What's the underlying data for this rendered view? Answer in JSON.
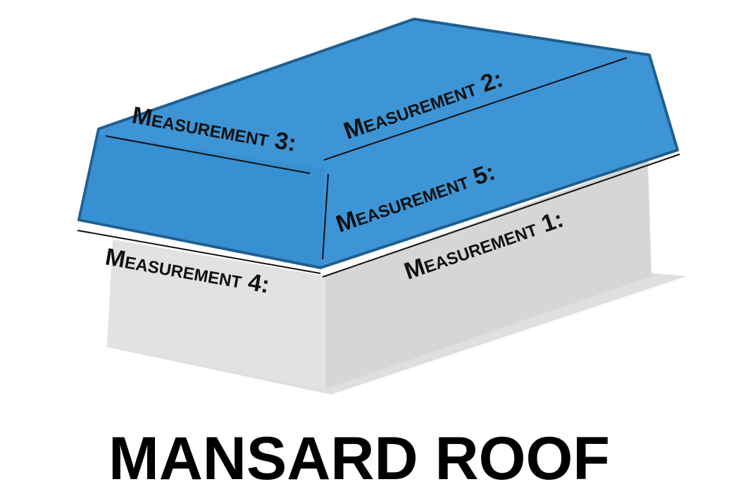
{
  "diagram": {
    "title": "MANSARD ROOF",
    "labels": {
      "m1": "Measurement 1:",
      "m2": "Measurement 2:",
      "m3": "Measurement 3:",
      "m4": "Measurement 4:",
      "m5": "Measurement 5:"
    },
    "colors": {
      "roof_fill": "#3d95d6",
      "roof_outline": "#1f5f8f",
      "wall_front": "#e2e2e2",
      "wall_side": "#d6d6d6",
      "shadow": "#c9c9c9",
      "line": "#111111"
    }
  }
}
